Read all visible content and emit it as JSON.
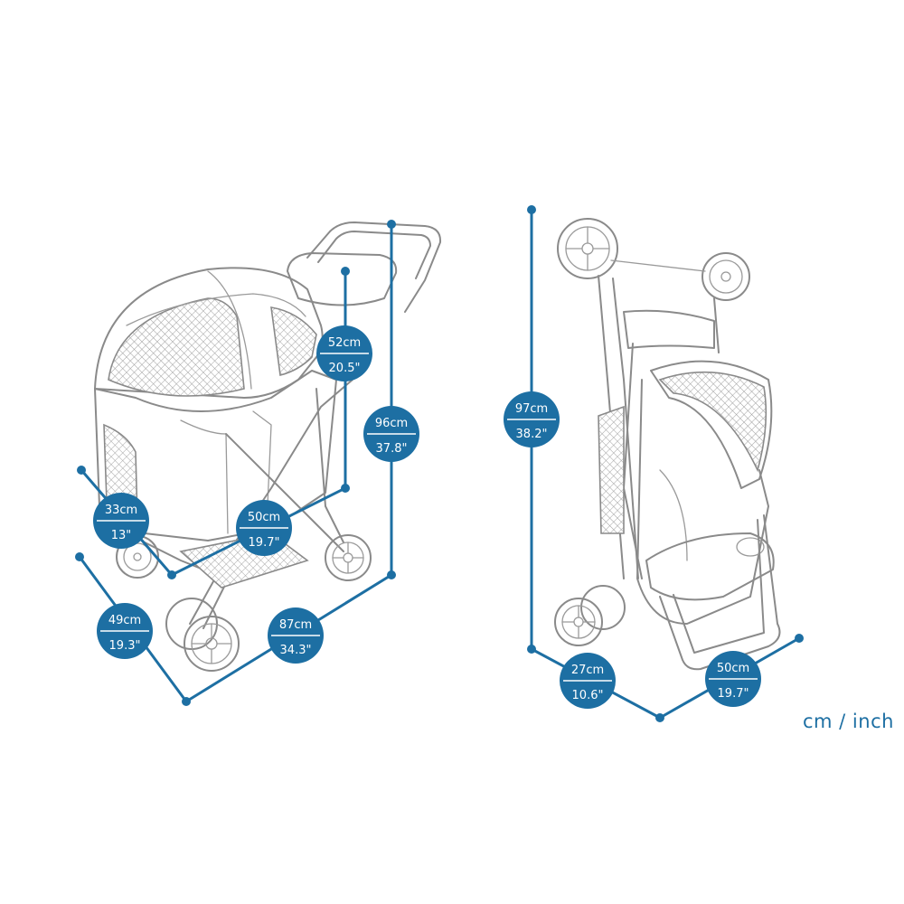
{
  "units_label": "cm / inch",
  "colors": {
    "accent": "#1d6fa3",
    "outline": "#8a8a8a"
  },
  "dimensions": [
    {
      "key": "handle_height",
      "cm": "52cm",
      "inch": "20.5\""
    },
    {
      "key": "total_height_open",
      "cm": "96cm",
      "inch": "37.8\""
    },
    {
      "key": "side_height",
      "cm": "33cm",
      "inch": "13\""
    },
    {
      "key": "width_open",
      "cm": "50cm",
      "inch": "19.7\""
    },
    {
      "key": "width_base",
      "cm": "49cm",
      "inch": "19.3\""
    },
    {
      "key": "length_open",
      "cm": "87cm",
      "inch": "34.3\""
    },
    {
      "key": "folded_height",
      "cm": "97cm",
      "inch": "38.2\""
    },
    {
      "key": "folded_depth",
      "cm": "27cm",
      "inch": "10.6\""
    },
    {
      "key": "folded_width",
      "cm": "50cm",
      "inch": "19.7\""
    }
  ]
}
